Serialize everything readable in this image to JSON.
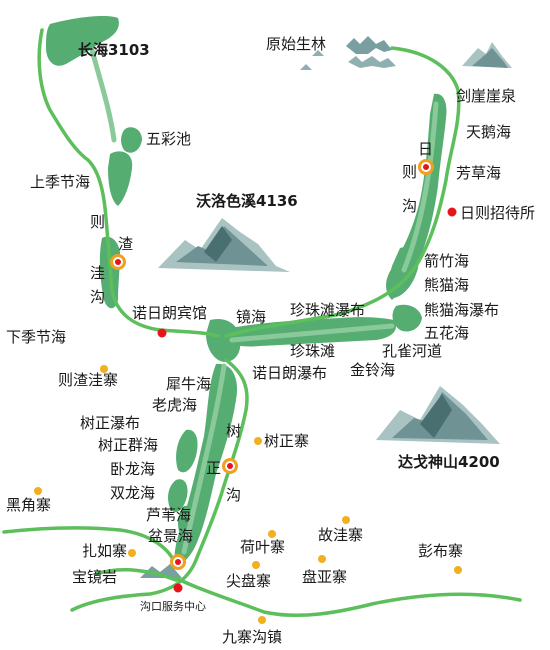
{
  "colors": {
    "lake": "#56ad72",
    "lake_dark": "#3f9a60",
    "river": "#8ac99a",
    "road": "#5cbf5c",
    "mountain": "#6f9294",
    "mountain_light": "#a9c2c2",
    "village": "#f0b020",
    "poi": "#e8141b",
    "station_ring": "#f0a020",
    "text": "#1a1a1a"
  },
  "peaks": {
    "changhai": "长海3103",
    "woluo": "沃洛色溪4136",
    "dage": "达戈神山4200"
  },
  "lakes": {
    "changhai_area": "长海",
    "wucai": "五彩池",
    "shangjijie": "上季节海",
    "yuanshi": "原始生林",
    "jianya": "剑崖崖泉",
    "tiane": "天鹅海",
    "fangcao": "芳草海",
    "jianzhu": "箭竹海",
    "xiongmao": "熊猫海",
    "xiongmao_pubu": "熊猫海瀑布",
    "wuhua": "五花海",
    "kongque": "孔雀河道",
    "jinghai": "镜海",
    "zhenzhutan_pubu": "珍珠滩瀑布",
    "zhenzhutan": "珍珠滩",
    "jinling": "金铃海",
    "nuorilang_pubu": "诺日朗瀑布",
    "xiajijie": "下季节海",
    "xiniu": "犀牛海",
    "laohu": "老虎海",
    "shuzheng_pubu": "树正瀑布",
    "shuzheng_qun": "树正群海",
    "wolong": "卧龙海",
    "shuanglong": "双龙海",
    "luwei": "芦苇海",
    "penjing": "盆景海"
  },
  "valleys": {
    "rize_chars": [
      "日",
      "则",
      "沟"
    ],
    "zezha_chars": [
      "则",
      "渣",
      "洼",
      "沟"
    ],
    "shuzheng_chars": [
      "树",
      "正",
      "沟"
    ]
  },
  "pois": {
    "nuorilang_hotel": "诺日朗宾馆",
    "rize_hotel": "日则招待所",
    "service_center": "沟口服务中心"
  },
  "villages": {
    "zezha": "则渣洼寨",
    "shuzheng": "树正寨",
    "heijiao": "黑角寨",
    "zharu": "扎如寨",
    "baojingyan": "宝镜岩",
    "heye": "荷叶寨",
    "jianpan": "尖盘寨",
    "panya": "盘亚寨",
    "guwa": "故洼寨",
    "pengbu": "彭布寨",
    "jiuzhaigou_town": "九寨沟镇"
  }
}
